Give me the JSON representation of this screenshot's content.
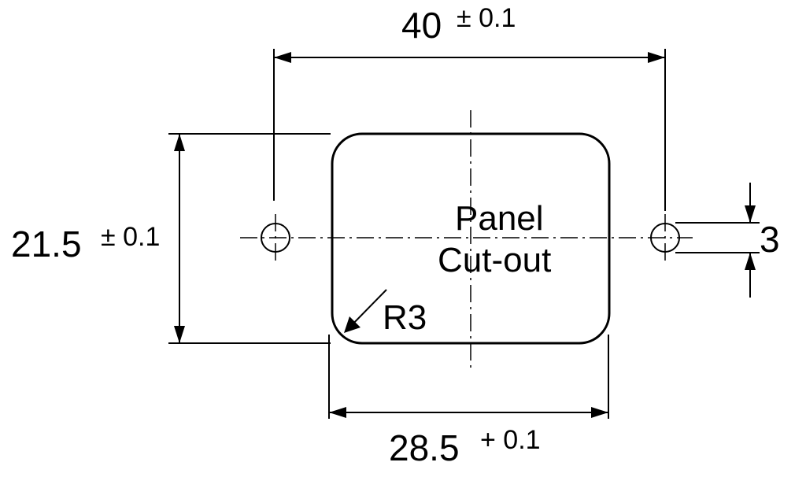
{
  "dimensions": {
    "hole_spacing": {
      "value": "40",
      "tolerance": "± 0.1"
    },
    "height": {
      "value": "21.5",
      "tolerance": "± 0.1"
    },
    "width": {
      "value": "28.5",
      "tolerance": "+ 0.1"
    },
    "hole_diameter": {
      "value": "3"
    },
    "corner_radius": {
      "value": "R3"
    }
  },
  "label": {
    "line1": "Panel",
    "line2": "Cut-out"
  }
}
